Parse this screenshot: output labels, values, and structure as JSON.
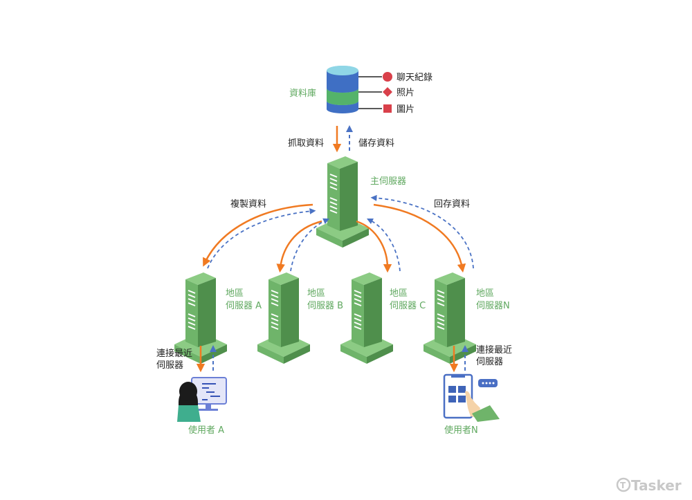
{
  "colors": {
    "orange": "#f07a22",
    "blue": "#4a72c4",
    "green_label": "#5fa85f",
    "server_front": "#6fb46a",
    "server_side": "#4f8f4c",
    "server_top": "#8ccb84",
    "db_top": "#8fd6e6",
    "db_blue": "#3f6fc4",
    "db_green": "#54b36a",
    "legend_red": "#d9404a"
  },
  "database": {
    "label": "資料庫",
    "legend": [
      {
        "shape": "circle",
        "label": "聊天紀錄"
      },
      {
        "shape": "diamond",
        "label": "照片"
      },
      {
        "shape": "square",
        "label": "圖片"
      }
    ]
  },
  "db_flow": {
    "fetch_label": "抓取資料",
    "store_label": "儲存資料"
  },
  "main_server": {
    "label": "主伺服器"
  },
  "replication": {
    "copy_label": "複製資料",
    "writeback_label": "回存資料"
  },
  "regional_servers": [
    {
      "line1": "地區",
      "line2": "伺服器 A"
    },
    {
      "line1": "地區",
      "line2": "伺服器 B"
    },
    {
      "line1": "地區",
      "line2": "伺服器 C"
    },
    {
      "line1": "地區",
      "line2": "伺服器N"
    }
  ],
  "users": [
    {
      "connect_line1": "連接最近",
      "connect_line2": "伺服器",
      "label": "使用者 A",
      "device": "desktop"
    },
    {
      "connect_line1": "連接最近",
      "connect_line2": "伺服器",
      "label": "使用者N",
      "device": "mobile"
    }
  ],
  "watermark": {
    "icon": "tasker-logo-icon",
    "text": "Tasker"
  }
}
